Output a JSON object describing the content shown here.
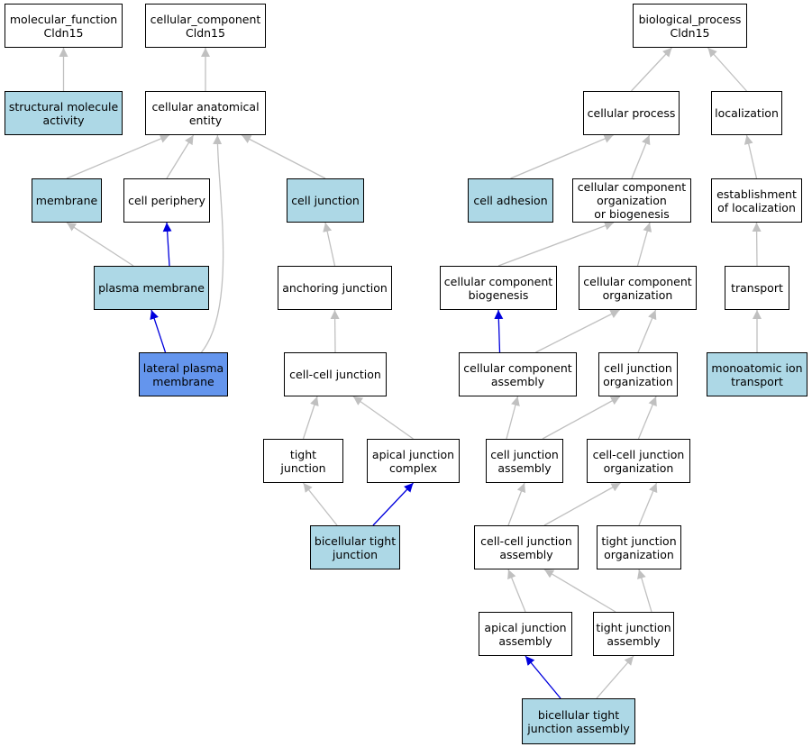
{
  "colors": {
    "plain": "#ffffff",
    "annotated": "#add8e6",
    "focus": "#6495ed",
    "edge_gray": "#c0c0c0",
    "edge_blue": "#0000dd"
  },
  "nodes": [
    {
      "id": "mf",
      "label": "molecular_function\nCldn15",
      "style": "plain"
    },
    {
      "id": "cc",
      "label": "cellular_component\nCldn15",
      "style": "plain"
    },
    {
      "id": "bp",
      "label": "biological_process\nCldn15",
      "style": "plain"
    },
    {
      "id": "sma",
      "label": "structural molecule\nactivity",
      "style": "annotated"
    },
    {
      "id": "cae",
      "label": "cellular anatomical\nentity",
      "style": "plain"
    },
    {
      "id": "cp",
      "label": "cellular process",
      "style": "plain"
    },
    {
      "id": "loc",
      "label": "localization",
      "style": "plain"
    },
    {
      "id": "mem",
      "label": "membrane",
      "style": "annotated"
    },
    {
      "id": "cper",
      "label": "cell periphery",
      "style": "plain"
    },
    {
      "id": "cj",
      "label": "cell junction",
      "style": "annotated"
    },
    {
      "id": "cad",
      "label": "cell adhesion",
      "style": "annotated"
    },
    {
      "id": "ccob",
      "label": "cellular component\norganization\nor biogenesis",
      "style": "plain"
    },
    {
      "id": "eol",
      "label": "establishment\nof localization",
      "style": "plain"
    },
    {
      "id": "pm",
      "label": "plasma membrane",
      "style": "annotated"
    },
    {
      "id": "aj",
      "label": "anchoring junction",
      "style": "plain"
    },
    {
      "id": "ccb",
      "label": "cellular component\nbiogenesis",
      "style": "plain"
    },
    {
      "id": "cco",
      "label": "cellular component\norganization",
      "style": "plain"
    },
    {
      "id": "tr",
      "label": "transport",
      "style": "plain"
    },
    {
      "id": "lpm",
      "label": "lateral plasma\nmembrane",
      "style": "focus"
    },
    {
      "id": "ccj",
      "label": "cell-cell junction",
      "style": "plain"
    },
    {
      "id": "cca",
      "label": "cellular component\nassembly",
      "style": "plain"
    },
    {
      "id": "cjo",
      "label": "cell junction\norganization",
      "style": "plain"
    },
    {
      "id": "mit",
      "label": "monoatomic ion\ntransport",
      "style": "annotated"
    },
    {
      "id": "tj",
      "label": "tight junction",
      "style": "plain"
    },
    {
      "id": "ajc",
      "label": "apical junction\ncomplex",
      "style": "plain"
    },
    {
      "id": "cja",
      "label": "cell junction\nassembly",
      "style": "plain"
    },
    {
      "id": "ccjo",
      "label": "cell-cell junction\norganization",
      "style": "plain"
    },
    {
      "id": "btj",
      "label": "bicellular tight\njunction",
      "style": "annotated"
    },
    {
      "id": "ccja",
      "label": "cell-cell junction\nassembly",
      "style": "plain"
    },
    {
      "id": "tjo",
      "label": "tight junction\norganization",
      "style": "plain"
    },
    {
      "id": "aja",
      "label": "apical junction\nassembly",
      "style": "plain"
    },
    {
      "id": "tja",
      "label": "tight junction\nassembly",
      "style": "plain"
    },
    {
      "id": "btja",
      "label": "bicellular tight\njunction assembly",
      "style": "annotated"
    }
  ],
  "edges": [
    {
      "from": "sma",
      "to": "mf",
      "color": "gray"
    },
    {
      "from": "cae",
      "to": "cc",
      "color": "gray"
    },
    {
      "from": "mem",
      "to": "cae",
      "color": "gray"
    },
    {
      "from": "cper",
      "to": "cae",
      "color": "gray"
    },
    {
      "from": "lpm",
      "to": "cae",
      "color": "gray"
    },
    {
      "from": "cj",
      "to": "cae",
      "color": "gray"
    },
    {
      "from": "pm",
      "to": "mem",
      "color": "gray"
    },
    {
      "from": "pm",
      "to": "cper",
      "color": "blue"
    },
    {
      "from": "lpm",
      "to": "pm",
      "color": "blue"
    },
    {
      "from": "aj",
      "to": "cj",
      "color": "gray"
    },
    {
      "from": "ccj",
      "to": "aj",
      "color": "gray"
    },
    {
      "from": "tj",
      "to": "ccj",
      "color": "gray"
    },
    {
      "from": "ajc",
      "to": "ccj",
      "color": "gray"
    },
    {
      "from": "btj",
      "to": "tj",
      "color": "gray"
    },
    {
      "from": "btj",
      "to": "ajc",
      "color": "blue"
    },
    {
      "from": "cp",
      "to": "bp",
      "color": "gray"
    },
    {
      "from": "loc",
      "to": "bp",
      "color": "gray"
    },
    {
      "from": "cad",
      "to": "cp",
      "color": "gray"
    },
    {
      "from": "ccob",
      "to": "cp",
      "color": "gray"
    },
    {
      "from": "eol",
      "to": "loc",
      "color": "gray"
    },
    {
      "from": "tr",
      "to": "eol",
      "color": "gray"
    },
    {
      "from": "mit",
      "to": "tr",
      "color": "gray"
    },
    {
      "from": "ccb",
      "to": "ccob",
      "color": "gray"
    },
    {
      "from": "cco",
      "to": "ccob",
      "color": "gray"
    },
    {
      "from": "cca",
      "to": "ccb",
      "color": "blue"
    },
    {
      "from": "cca",
      "to": "cco",
      "color": "gray"
    },
    {
      "from": "cjo",
      "to": "cco",
      "color": "gray"
    },
    {
      "from": "cja",
      "to": "cca",
      "color": "gray"
    },
    {
      "from": "cja",
      "to": "cjo",
      "color": "gray"
    },
    {
      "from": "ccjo",
      "to": "cjo",
      "color": "gray"
    },
    {
      "from": "ccja",
      "to": "cja",
      "color": "gray"
    },
    {
      "from": "ccja",
      "to": "ccjo",
      "color": "gray"
    },
    {
      "from": "tjo",
      "to": "ccjo",
      "color": "gray"
    },
    {
      "from": "aja",
      "to": "ccja",
      "color": "gray"
    },
    {
      "from": "tja",
      "to": "ccja",
      "color": "gray"
    },
    {
      "from": "tja",
      "to": "tjo",
      "color": "gray"
    },
    {
      "from": "btja",
      "to": "aja",
      "color": "blue"
    },
    {
      "from": "btja",
      "to": "tja",
      "color": "gray"
    }
  ]
}
